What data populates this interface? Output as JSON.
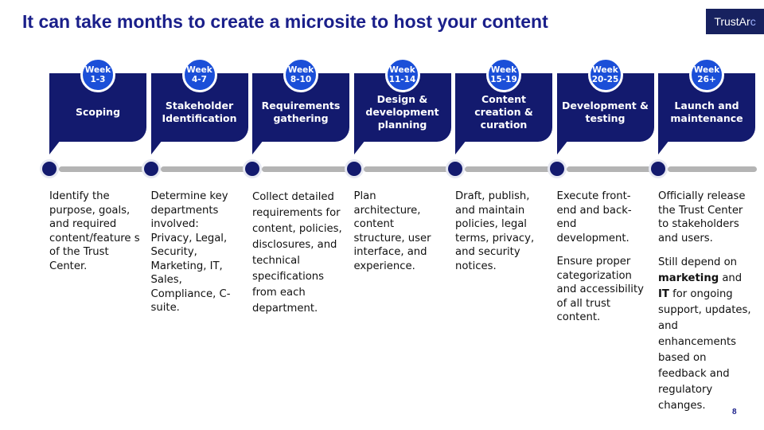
{
  "title": "It can take months to create a microsite to host your content",
  "logo": {
    "main": "TrustAr",
    "accent": "c"
  },
  "page_number": "8",
  "phases": [
    {
      "week_label": "Week",
      "week_range": "1-3",
      "name": "Scoping",
      "description": [
        "Identify the purpose, goals, and required content/feature s of the Trust Center."
      ]
    },
    {
      "week_label": "Week",
      "week_range": "4-7",
      "name": "Stakeholder Identification",
      "description": [
        "Determine key departments involved: Privacy, Legal, Security, Marketing, IT, Sales, Compliance, C-suite."
      ]
    },
    {
      "week_label": "Week",
      "week_range": "8-10",
      "name": "Requirements gathering",
      "description": [
        "Collect detailed requirements for content, policies, disclosures, and technical specifications from each department."
      ]
    },
    {
      "week_label": "Week",
      "week_range": "11-14",
      "name": "Design & development planning",
      "description": [
        "Plan architecture, content structure, user interface, and experience."
      ]
    },
    {
      "week_label": "Week",
      "week_range": "15-19",
      "name": "Content creation & curation",
      "description": [
        "Draft, publish, and maintain policies, legal terms, privacy, and security notices."
      ]
    },
    {
      "week_label": "Week",
      "week_range": "20-25",
      "name": "Development & testing",
      "description": [
        "Execute front-end and back-end development.",
        "Ensure proper categorization and accessibility of all trust content."
      ]
    },
    {
      "week_label": "Week",
      "week_range": "26+",
      "name": "Launch and maintenance",
      "description": [
        "Officially release the Trust Center to stakeholders and users."
      ],
      "description_rich": {
        "before": "Still depend on ",
        "bold1": "marketing",
        "mid": " and ",
        "bold2": "IT",
        "after": " for ongoing support, updates, and enhancements based on feedback and regulatory changes."
      }
    }
  ],
  "colors": {
    "navy": "#131a6e",
    "badge_blue": "#1b4fd8",
    "title_blue": "#1a1f8a",
    "track_gray": "#b4b4b4"
  }
}
